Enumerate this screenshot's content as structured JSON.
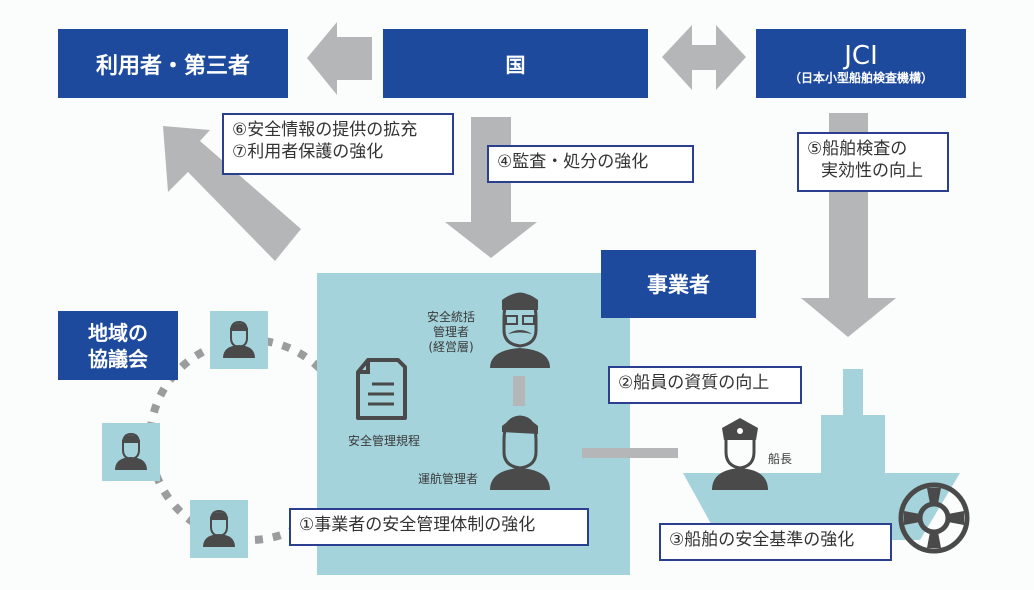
{
  "diagram": {
    "entities": {
      "users": "利用者・第三者",
      "state": "国",
      "jci_title": "JCI",
      "jci_subtitle": "（日本小型船舶検査機構）",
      "operator": "事業者",
      "council_line1": "地域の",
      "council_line2": "協議会"
    },
    "callouts": {
      "item6": "⑥安全情報の提供の拡充",
      "item7": "⑦利用者保護の強化",
      "item4": "④監査・処分の強化",
      "item5_line1": "⑤船舶検査の",
      "item5_line2": "実効性の向上",
      "item2": "②船員の資質の向上",
      "item1": "①事業者の安全管理体制の強化",
      "item3": "③船舶の安全基準の強化"
    },
    "roles": {
      "safety_manager_line1": "安全統括",
      "safety_manager_line2": "管理者",
      "safety_manager_line3": "(経営層)",
      "operations_manager": "運航管理者",
      "safety_rules": "安全管理規程",
      "captain": "船長"
    },
    "colors": {
      "navy": "#1d4a9c",
      "arrow_gray": "#b4b6b8",
      "light_blue": "#a4d3dc",
      "icon_dark": "#4a4a4a",
      "callout_border": "#2a3f8f"
    }
  }
}
